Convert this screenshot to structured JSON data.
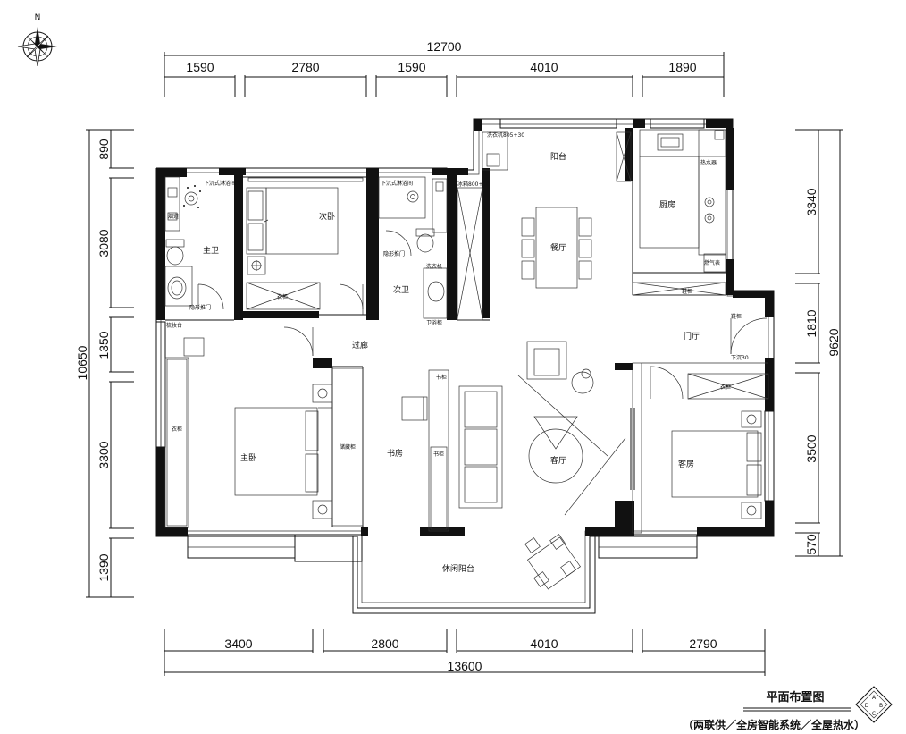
{
  "compass": {
    "north": "N"
  },
  "dims_top": {
    "total": "12700",
    "segments": [
      "1590",
      "2780",
      "1590",
      "4010",
      "1890"
    ]
  },
  "dims_bottom": {
    "total": "13600",
    "segments": [
      "3400",
      "2800",
      "4010",
      "2790"
    ]
  },
  "dims_left": {
    "total": "10650",
    "segments": [
      "890",
      "3080",
      "1350",
      "3300",
      "1390"
    ]
  },
  "dims_right": {
    "total": "9620",
    "segments": [
      "3340",
      "1810",
      "3500",
      "570"
    ]
  },
  "rooms": {
    "master_bath": "主卫",
    "second_bedroom": "次卧",
    "second_bath": "次卫",
    "balcony": "阳台",
    "dining": "餐厅",
    "kitchen": "厨房",
    "corridor": "过廊",
    "foyer": "门厅",
    "master_bedroom": "主卧",
    "study": "书房",
    "living": "客厅",
    "guest_room": "客房",
    "leisure_balcony": "休闲阳台"
  },
  "notes": {
    "n1": "下沉式淋浴间",
    "n2": "下沉式淋浴间",
    "n3": "洗衣机805+30",
    "n4": "冰箱800+10",
    "n5": "下沉30",
    "n6": "隐形推门",
    "n7": "隐形推门",
    "n8": "衣柜",
    "n9": "衣柜",
    "n10": "衣柜",
    "n11": "书柜",
    "n12": "鞋柜",
    "n13": "鞋柜",
    "n14": "储藏柜",
    "n15": "卫浴柜",
    "n16": "烟道",
    "n17": "梳妆台",
    "n18": "书柜",
    "n19": "洗衣机",
    "n20": "热水器",
    "n21": "燃气表"
  },
  "footer": {
    "title": "平面布置图",
    "subtitle": "（两联供／全房智能系统／全屋热水）",
    "badge": [
      "A",
      "B",
      "C",
      "D"
    ]
  }
}
